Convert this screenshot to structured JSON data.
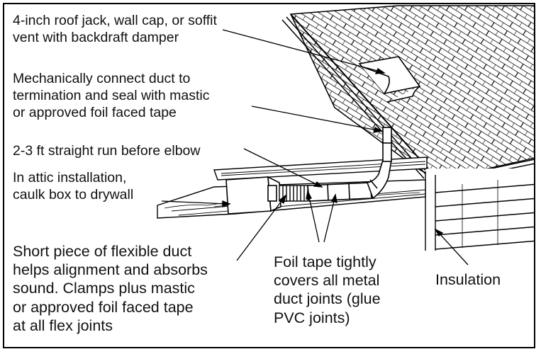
{
  "labels": {
    "termination": "4-inch roof jack, wall cap, or soffit\nvent with backdraft damper",
    "connect": "Mechanically connect duct to\ntermination and seal with mastic\nor approved foil faced tape",
    "straight_run": "2-3 ft straight run before elbow",
    "attic": "In attic installation,\ncaulk box to drywall",
    "flex": "Short piece of flexible duct\nhelps alignment and absorbs\nsound. Clamps plus mastic\nor approved foil faced tape\nat all flex joints",
    "foil": "Foil tape tightly\ncovers all metal\nduct joints (glue\nPVC joints)",
    "insulation": "Insulation"
  },
  "colors": {
    "line": "#000000",
    "background": "#ffffff",
    "text": "#111111"
  }
}
